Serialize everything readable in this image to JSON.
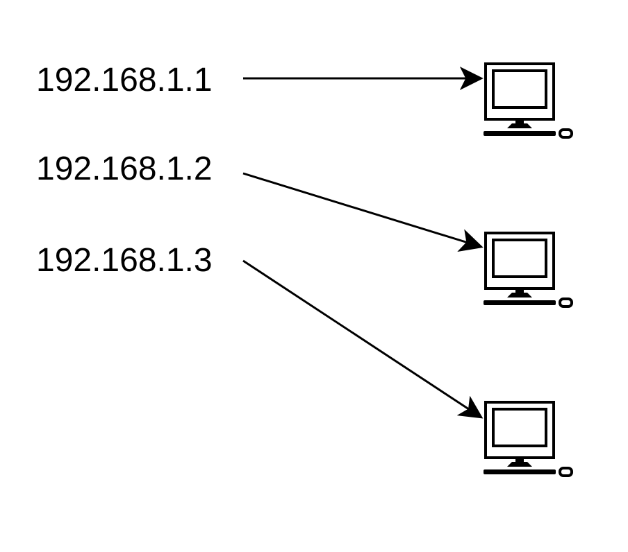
{
  "diagram": {
    "line_color": "#000000",
    "background": "#ffffff",
    "hosts": [
      {
        "ip": "192.168.1.1",
        "icon": "desktop-computer-icon"
      },
      {
        "ip": "192.168.1.2",
        "icon": "desktop-computer-icon"
      },
      {
        "ip": "192.168.1.3",
        "icon": "desktop-computer-icon"
      }
    ]
  }
}
